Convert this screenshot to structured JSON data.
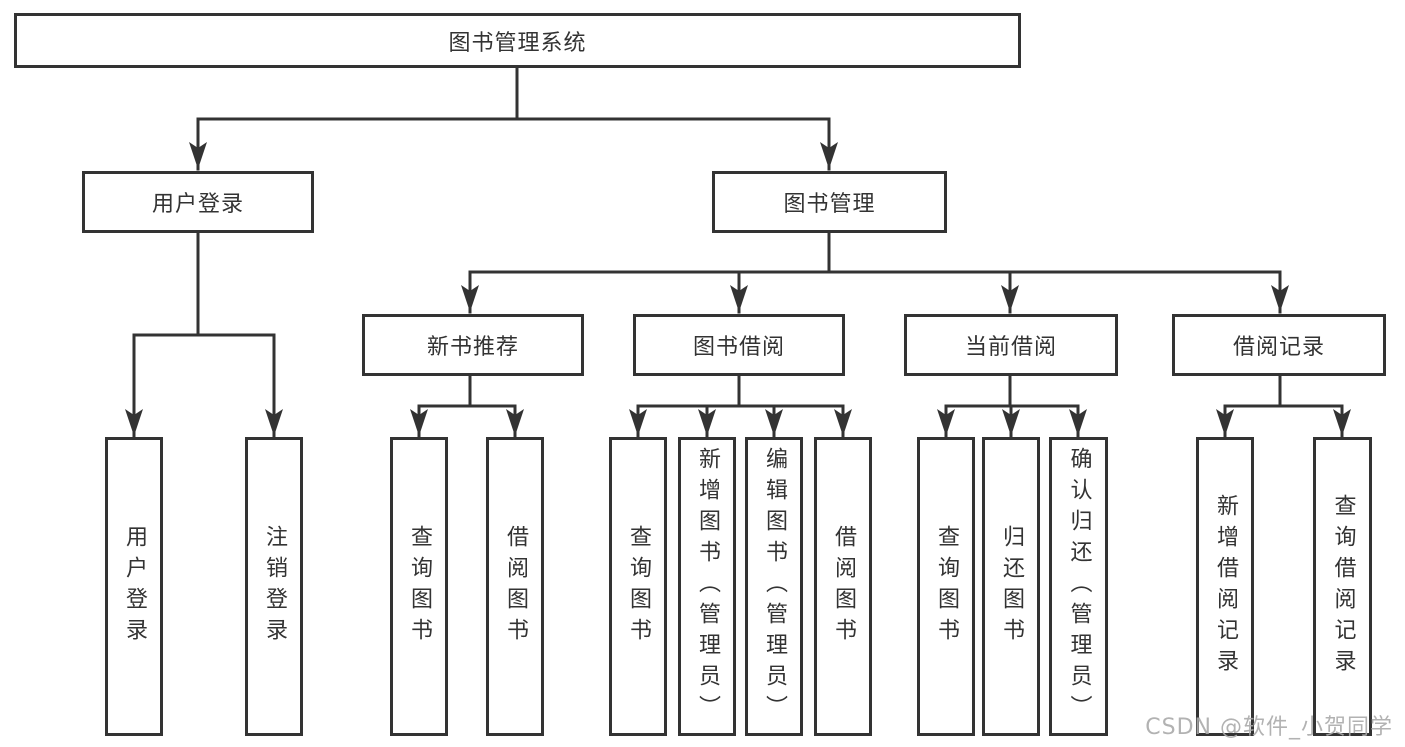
{
  "diagram": {
    "root": {
      "label": "图书管理系统",
      "children": [
        {
          "label": "用户登录",
          "children": [
            {
              "label": "用户登录"
            },
            {
              "label": "注销登录"
            }
          ]
        },
        {
          "label": "图书管理",
          "children": [
            {
              "label": "新书推荐",
              "children": [
                {
                  "label": "查询图书"
                },
                {
                  "label": "借阅图书"
                }
              ]
            },
            {
              "label": "图书借阅",
              "children": [
                {
                  "label": "查询图书"
                },
                {
                  "label": "新增图书（管理员）"
                },
                {
                  "label": "编辑图书（管理员）"
                },
                {
                  "label": "借阅图书"
                }
              ]
            },
            {
              "label": "当前借阅",
              "children": [
                {
                  "label": "查询图书"
                },
                {
                  "label": "归还图书"
                },
                {
                  "label": "确认归还（管理员）"
                }
              ]
            },
            {
              "label": "借阅记录",
              "children": [
                {
                  "label": "新增借阅记录"
                },
                {
                  "label": "查询借阅记录"
                }
              ]
            }
          ]
        }
      ]
    }
  },
  "colors": {
    "line": "#333333",
    "box_border": "#333333",
    "watermark": "#aaaaaa"
  },
  "watermark": {
    "text": "CSDN @软件_小贺同学"
  }
}
